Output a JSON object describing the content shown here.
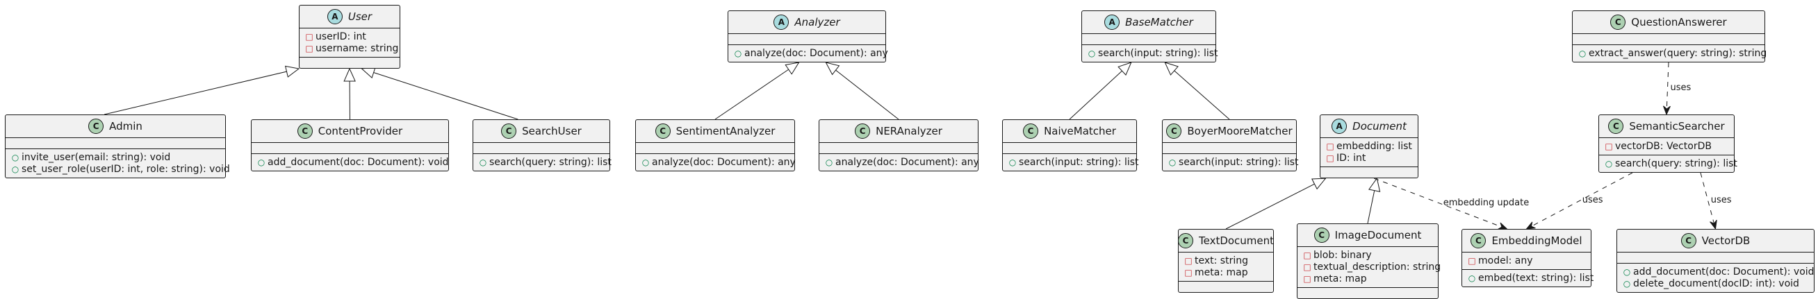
{
  "classes": {
    "user": {
      "name": "User",
      "kind": "A",
      "abstract": true,
      "attributes": [
        {
          "vis": "-",
          "text": "userID: int"
        },
        {
          "vis": "-",
          "text": "username: string"
        }
      ],
      "methods": []
    },
    "admin": {
      "name": "Admin",
      "kind": "C",
      "abstract": false,
      "attributes": [],
      "methods": [
        {
          "vis": "+",
          "text": "invite_user(email: string): void"
        },
        {
          "vis": "+",
          "text": "set_user_role(userID: int, role: string): void"
        }
      ]
    },
    "content_provider": {
      "name": "ContentProvider",
      "kind": "C",
      "abstract": false,
      "attributes": [],
      "methods": [
        {
          "vis": "+",
          "text": "add_document(doc: Document): void"
        }
      ]
    },
    "search_user": {
      "name": "SearchUser",
      "kind": "C",
      "abstract": false,
      "attributes": [],
      "methods": [
        {
          "vis": "+",
          "text": "search(query: string): list"
        }
      ]
    },
    "analyzer": {
      "name": "Analyzer",
      "kind": "A",
      "abstract": true,
      "attributes": [],
      "methods": [
        {
          "vis": "+",
          "text": "analyze(doc: Document): any"
        }
      ]
    },
    "sentiment_analyzer": {
      "name": "SentimentAnalyzer",
      "kind": "C",
      "abstract": false,
      "attributes": [],
      "methods": [
        {
          "vis": "+",
          "text": "analyze(doc: Document): any"
        }
      ]
    },
    "ner_analyzer": {
      "name": "NERAnalyzer",
      "kind": "C",
      "abstract": false,
      "attributes": [],
      "methods": [
        {
          "vis": "+",
          "text": "analyze(doc: Document): any"
        }
      ]
    },
    "base_matcher": {
      "name": "BaseMatcher",
      "kind": "A",
      "abstract": true,
      "attributes": [],
      "methods": [
        {
          "vis": "+",
          "text": "search(input: string): list"
        }
      ]
    },
    "naive_matcher": {
      "name": "NaiveMatcher",
      "kind": "C",
      "abstract": false,
      "attributes": [],
      "methods": [
        {
          "vis": "+",
          "text": "search(input: string): list"
        }
      ]
    },
    "boyer_moore_matcher": {
      "name": "BoyerMooreMatcher",
      "kind": "C",
      "abstract": false,
      "attributes": [],
      "methods": [
        {
          "vis": "+",
          "text": "search(input: string): list"
        }
      ]
    },
    "question_answerer": {
      "name": "QuestionAnswerer",
      "kind": "C",
      "abstract": false,
      "attributes": [],
      "methods": [
        {
          "vis": "+",
          "text": "extract_answer(query: string): string"
        }
      ]
    },
    "semantic_searcher": {
      "name": "SemanticSearcher",
      "kind": "C",
      "abstract": false,
      "attributes": [
        {
          "vis": "-",
          "text": "vectorDB: VectorDB"
        }
      ],
      "methods": [
        {
          "vis": "+",
          "text": "search(query: string): list"
        }
      ]
    },
    "document": {
      "name": "Document",
      "kind": "A",
      "abstract": true,
      "attributes": [
        {
          "vis": "-",
          "text": "embedding: list"
        },
        {
          "vis": "-",
          "text": "ID: int"
        }
      ],
      "methods": []
    },
    "text_document": {
      "name": "TextDocument",
      "kind": "C",
      "abstract": false,
      "attributes": [
        {
          "vis": "-",
          "text": "text: string"
        },
        {
          "vis": "-",
          "text": "meta: map"
        }
      ],
      "methods": []
    },
    "image_document": {
      "name": "ImageDocument",
      "kind": "C",
      "abstract": false,
      "attributes": [
        {
          "vis": "-",
          "text": "blob: binary"
        },
        {
          "vis": "-",
          "text": "textual_description: string"
        },
        {
          "vis": "-",
          "text": "meta: map"
        }
      ],
      "methods": []
    },
    "embedding_model": {
      "name": "EmbeddingModel",
      "kind": "C",
      "abstract": false,
      "attributes": [
        {
          "vis": "-",
          "text": "model: any"
        }
      ],
      "methods": [
        {
          "vis": "+",
          "text": "embed(text: string): list"
        }
      ]
    },
    "vector_db": {
      "name": "VectorDB",
      "kind": "C",
      "abstract": false,
      "attributes": [],
      "methods": [
        {
          "vis": "+",
          "text": "add_document(doc: Document): void"
        },
        {
          "vis": "+",
          "text": "delete_document(docID: int): void"
        }
      ]
    }
  },
  "relations": [
    {
      "type": "inheritance",
      "from": "admin",
      "to": "user"
    },
    {
      "type": "inheritance",
      "from": "content_provider",
      "to": "user"
    },
    {
      "type": "inheritance",
      "from": "search_user",
      "to": "user"
    },
    {
      "type": "inheritance",
      "from": "sentiment_analyzer",
      "to": "analyzer"
    },
    {
      "type": "inheritance",
      "from": "ner_analyzer",
      "to": "analyzer"
    },
    {
      "type": "inheritance",
      "from": "naive_matcher",
      "to": "base_matcher"
    },
    {
      "type": "inheritance",
      "from": "boyer_moore_matcher",
      "to": "base_matcher"
    },
    {
      "type": "inheritance",
      "from": "text_document",
      "to": "document"
    },
    {
      "type": "inheritance",
      "from": "image_document",
      "to": "document"
    },
    {
      "type": "dependency",
      "from": "question_answerer",
      "to": "semantic_searcher",
      "label": "uses"
    },
    {
      "type": "dependency",
      "from": "semantic_searcher",
      "to": "embedding_model",
      "label": "uses"
    },
    {
      "type": "dependency",
      "from": "semantic_searcher",
      "to": "vector_db",
      "label": "uses"
    },
    {
      "type": "dependency",
      "from": "document",
      "to": "embedding_model",
      "label": "embedding update"
    }
  ],
  "colors": {
    "class_badge": "#add1b2",
    "abstract_badge": "#a9dcdf",
    "box_fill": "#f1f1f1",
    "line": "#181818"
  }
}
